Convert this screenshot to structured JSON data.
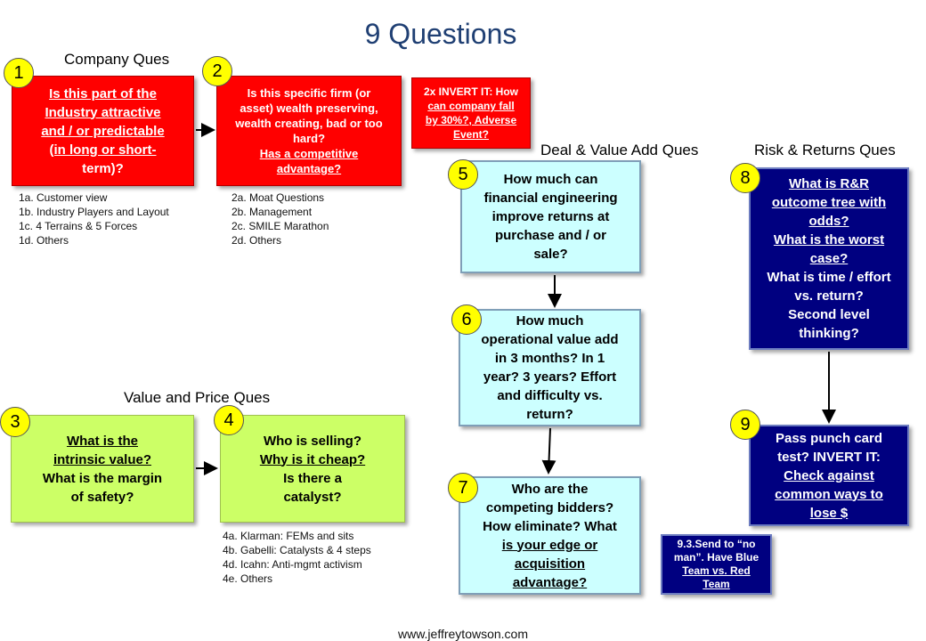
{
  "title": "9 Questions",
  "footer": "www.jeffreytowson.com",
  "sections": {
    "company": "Company Ques",
    "value_price": "Value and Price Ques",
    "deal": "Deal & Value Add Ques",
    "risk": "Risk & Returns Ques"
  },
  "badges": [
    "1",
    "2",
    "3",
    "4",
    "5",
    "6",
    "7",
    "8",
    "9"
  ],
  "q1": {
    "lines": [
      "Is this part of the",
      "Industry  attractive",
      "and  / or predictable",
      "(in long  or short-",
      "term)?"
    ]
  },
  "q2": {
    "lines": [
      "Is this specific firm (or",
      "asset) wealth preserving,",
      "wealth creating, bad or too",
      "hard?",
      "Has a competitive",
      "advantage?"
    ]
  },
  "invert": {
    "lines": [
      "2x INVERT IT: How",
      "can company fall",
      "by 30%?,  Adverse",
      "Event?"
    ]
  },
  "q3": {
    "lines": [
      "What is  the",
      "intrinsic  value?",
      "What is  the margin",
      "of safety?"
    ]
  },
  "q4": {
    "lines": [
      "Who is selling?",
      "Why is it cheap?",
      "Is there  a",
      "catalyst?"
    ]
  },
  "q5": {
    "lines": [
      "How much  can",
      "financial  engineering",
      "improve  returns at",
      "purchase  and  / or",
      "sale?"
    ]
  },
  "q6": {
    "lines": [
      "How much",
      "operational  value  add",
      "in 3 months?  In 1",
      "year?  3 years?  Effort",
      "and difficulty  vs.",
      "return?"
    ]
  },
  "q7": {
    "lines": [
      "Who are the",
      "competing  bidders?",
      "How eliminate?  What",
      "is your  edge  or",
      "acquisition",
      "advantage?"
    ]
  },
  "q8": {
    "lines": [
      "What is  R&R",
      "outcome  tree with",
      "odds?",
      "What is  the worst",
      "case?",
      "What is time  / effort",
      "vs. return?",
      "Second  level",
      "thinking?"
    ]
  },
  "q9": {
    "lines": [
      "Pass punch  card",
      "test?  INVERT IT:",
      "Check  against",
      "common  ways to",
      "lose  $"
    ]
  },
  "note93": {
    "lines": [
      "9.3.Send to “no",
      "man”.  Have Blue",
      "Team vs. Red",
      "Team"
    ]
  },
  "list1": [
    "1a. Customer view",
    "1b. Industry Players and Layout",
    "1c. 4 Terrains  & 5 Forces",
    "1d. Others"
  ],
  "list2": [
    "2a. Moat Questions",
    "2b. Management",
    "2c. SMILE Marathon",
    "2d. Others"
  ],
  "list4": [
    "4a. Klarman: FEMs and sits",
    "4b. Gabelli: Catalysts & 4 steps",
    "4d. Icahn: Anti-mgmt activism",
    "4e. Others"
  ],
  "colors": {
    "red": "#ff0000",
    "cyan": "#ccffff",
    "green": "#ccff66",
    "navy": "#000080",
    "badge": "#ffff00",
    "title": "#1f3f73"
  }
}
